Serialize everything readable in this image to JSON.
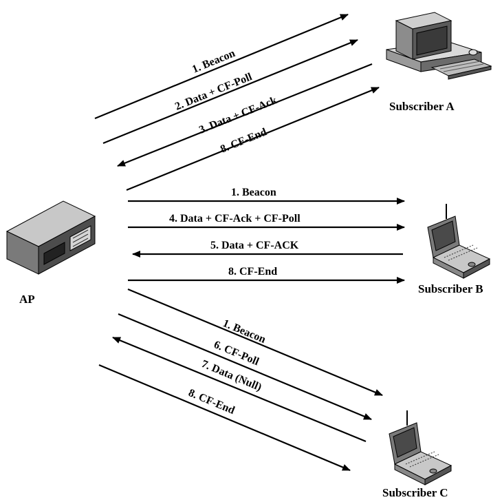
{
  "nodes": {
    "ap": {
      "label": "AP",
      "icon": "access-point-icon"
    },
    "subscriber_a": {
      "label": "Subscriber A",
      "icon": "desktop-computer-icon"
    },
    "subscriber_b": {
      "label": "Subscriber B",
      "icon": "laptop-icon"
    },
    "subscriber_c": {
      "label": "Subscriber C",
      "icon": "laptop-icon"
    }
  },
  "messages": {
    "a": [
      "1. Beacon",
      "2. Data + CF-Poll",
      "3. Data + CF-Ack",
      "8. CF-End"
    ],
    "b": [
      "1. Beacon",
      "4. Data + CF-Ack + CF-Poll",
      "5. Data + CF-ACK",
      "8. CF-End"
    ],
    "c": [
      "1. Beacon",
      "6. CF-Poll",
      "7. Data (Null)",
      "8. CF-End"
    ]
  }
}
